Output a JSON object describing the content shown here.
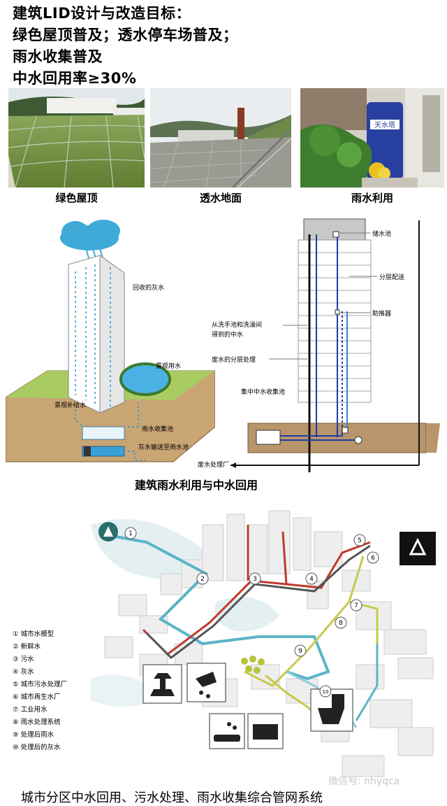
{
  "header": {
    "line1": "建筑LID设计与改造目标：",
    "line2": "绿色屋顶普及；透水停车场普及；",
    "line3": "雨水收集普及",
    "line4": "中水回用率≥30%"
  },
  "photos": [
    {
      "caption": "绿色屋顶"
    },
    {
      "caption": "透水地面"
    },
    {
      "caption": "雨水利用",
      "tank_label": "天水塔"
    }
  ],
  "building_diagram": {
    "labels": {
      "recycled_grey_water": "回收的灰水",
      "landscape_water": "景观用水",
      "landscape_supplement": "景观补给水",
      "rain_collection_pool": "雨水收集池",
      "grey_water_transfer": "灰水输送至雨水池"
    }
  },
  "section_diagram": {
    "labels": {
      "storage_tank": "储水池",
      "layered_delivery": "分层配送",
      "booster": "助推器",
      "from_basin": "从洗手池和洗澡间",
      "reclaimed_water": "得到的中水",
      "layered_treatment": "废水的分层处理",
      "collection_pool": "集中中水收集池",
      "treatment_plant": "废水处理厂"
    }
  },
  "caption_mid": "建筑雨水利用与中水回用",
  "city_diagram": {
    "legend": [
      {
        "num": "①",
        "text": "城市水模型"
      },
      {
        "num": "②",
        "text": "新鲜水"
      },
      {
        "num": "③",
        "text": "污水"
      },
      {
        "num": "④",
        "text": "灰水"
      },
      {
        "num": "⑤",
        "text": "城市污水处理厂"
      },
      {
        "num": "⑥",
        "text": "城市再生水厂"
      },
      {
        "num": "⑦",
        "text": "工业用水"
      },
      {
        "num": "⑧",
        "text": "雨水处理系统"
      },
      {
        "num": "⑨",
        "text": "处理后雨水"
      },
      {
        "num": "⑩",
        "text": "处理后的灰水"
      }
    ],
    "markers": [
      "1",
      "2",
      "3",
      "4",
      "5",
      "6",
      "7",
      "8",
      "9",
      "10"
    ],
    "watermark": "微信号: nhyqca"
  },
  "caption_bottom": "城市分区中水回用、污水处理、雨水收集综合管网系统",
  "colors": {
    "fresh": "#5ab4c8",
    "sewage": "#c0392b",
    "grey": "#555555",
    "rain": "#c7c94a",
    "pipe_blue": "#2b3fa8"
  }
}
